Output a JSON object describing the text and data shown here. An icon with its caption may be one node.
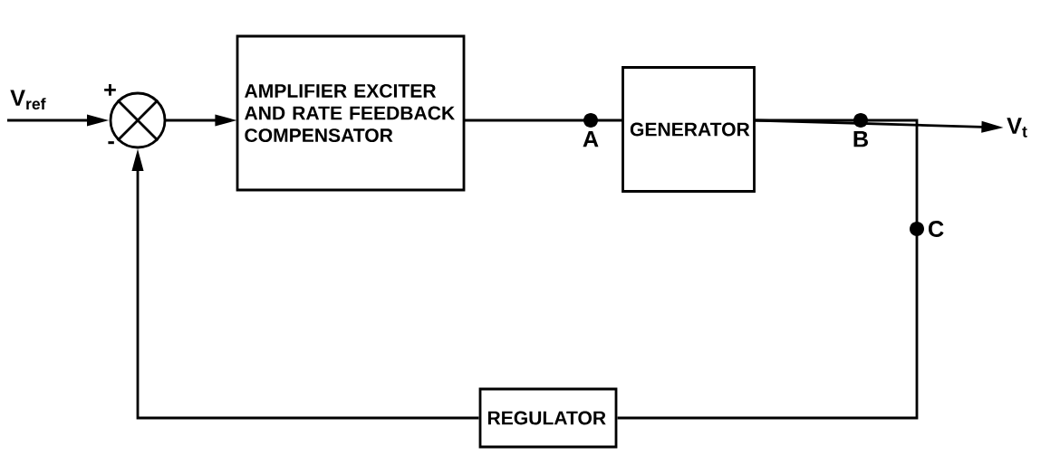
{
  "diagram": {
    "nodes": [
      {
        "text": [
          "V$_{ref}$"
        ]
      },
      {
        "text": [],
        "shape": "circle",
        "beside": [
          "+",
          "-"
        ]
      },
      {
        "text": [
          "AMPLIFIER EXCITER AND RATE FEEDBACK COMPENSATOR"
        ]
      },
      {
        "text": [
          "GENERATOR"
        ]
      },
      {
        "text": [
          "REGULATOR"
        ]
      },
      {
        "text": [
          "V$_{t}$"
        ]
      }
    ],
    "edges": [
      {
        "from": 0,
        "to": 1,
        "arrow": "to"
      },
      {
        "from": 1,
        "to": 2,
        "arrow": "to"
      },
      {
        "from": 2,
        "to": 3,
        "arrow": "none"
      },
      {
        "from": 3,
        "to": 5,
        "arrow": "to"
      },
      {
        "from": 3,
        "to": 4,
        "arrow": "none"
      },
      {
        "from": 4,
        "to": 1,
        "arrow": "to"
      }
    ],
    "labels": [
      "A",
      "B",
      "C"
    ]
  }
}
